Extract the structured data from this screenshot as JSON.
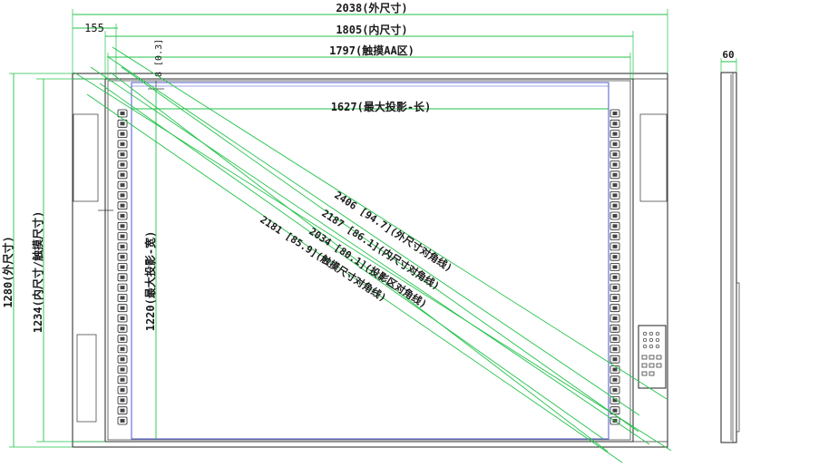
{
  "dimensions": {
    "outer_width": "2038(外尺寸)",
    "inner_width": "1805(内尺寸)",
    "touch_width": "1797(触摸AA区)",
    "projection_width": "1627(最大投影-长)",
    "bezel_offset": "155",
    "gap": "8 [0.3]",
    "depth": "60",
    "outer_height": "1280(外尺寸)",
    "inner_touch_height": "1234(内尺寸/触摸尺寸)",
    "projection_height": "1220(最大投影-宽)"
  },
  "diagonals": {
    "outer": "2406 [94.7](外尺寸对角线)",
    "inner": "2187 [86.1](内尺寸对角线)",
    "projection": "2034 [80.1](投影区对角线)",
    "touch": "2181 [85.9](触摸尺寸对角线)"
  },
  "colors": {
    "dimension_line": "#22c24a",
    "outline": "#222222",
    "projection_area": "#3a48c8"
  }
}
